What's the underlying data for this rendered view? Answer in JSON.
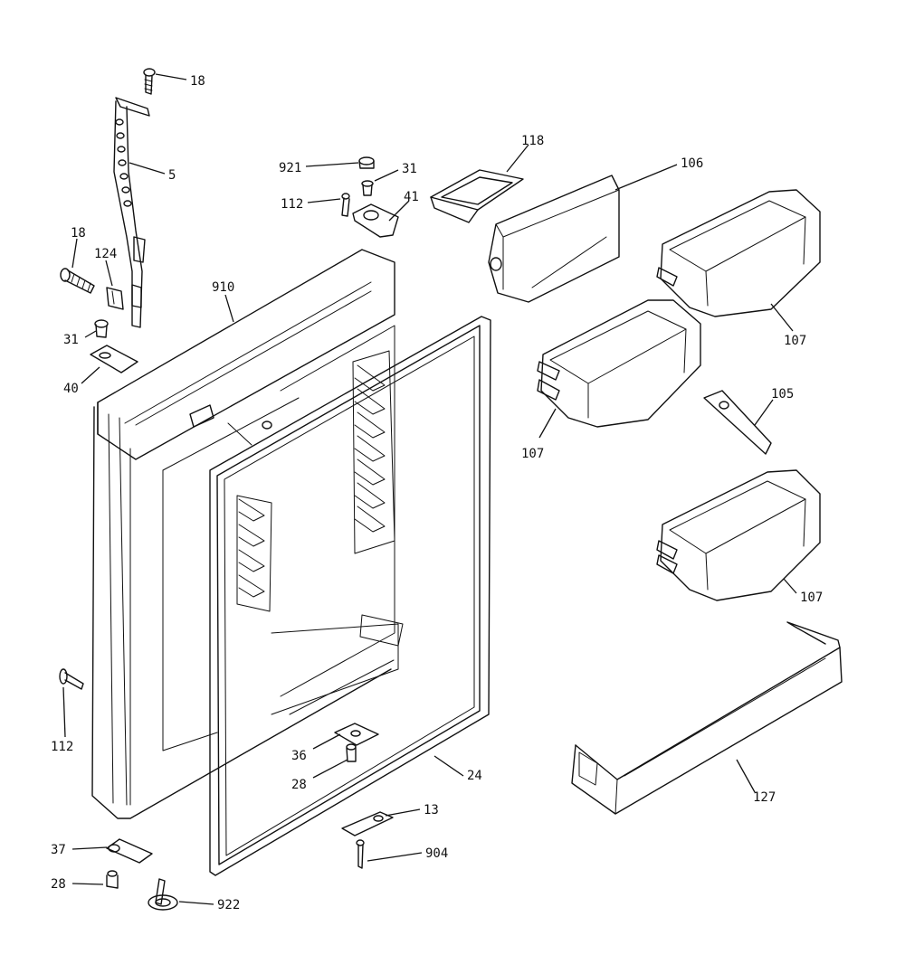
{
  "diagram": {
    "callouts": [
      {
        "id": "c18a",
        "label": "18"
      },
      {
        "id": "c5",
        "label": "5"
      },
      {
        "id": "c18b",
        "label": "18"
      },
      {
        "id": "c124",
        "label": "124"
      },
      {
        "id": "c910",
        "label": "910"
      },
      {
        "id": "c31a",
        "label": "31"
      },
      {
        "id": "c40",
        "label": "40"
      },
      {
        "id": "c921",
        "label": "921"
      },
      {
        "id": "c31b",
        "label": "31"
      },
      {
        "id": "c112a",
        "label": "112"
      },
      {
        "id": "c41",
        "label": "41"
      },
      {
        "id": "c118",
        "label": "118"
      },
      {
        "id": "c106",
        "label": "106"
      },
      {
        "id": "c107a",
        "label": "107"
      },
      {
        "id": "c107b",
        "label": "107"
      },
      {
        "id": "c105",
        "label": "105"
      },
      {
        "id": "c107c",
        "label": "107"
      },
      {
        "id": "c112b",
        "label": "112"
      },
      {
        "id": "c36",
        "label": "36"
      },
      {
        "id": "c28a",
        "label": "28"
      },
      {
        "id": "c24",
        "label": "24"
      },
      {
        "id": "c127",
        "label": "127"
      },
      {
        "id": "c13",
        "label": "13"
      },
      {
        "id": "c904",
        "label": "904"
      },
      {
        "id": "c37",
        "label": "37"
      },
      {
        "id": "c28b",
        "label": "28"
      },
      {
        "id": "c922",
        "label": "922"
      }
    ]
  }
}
